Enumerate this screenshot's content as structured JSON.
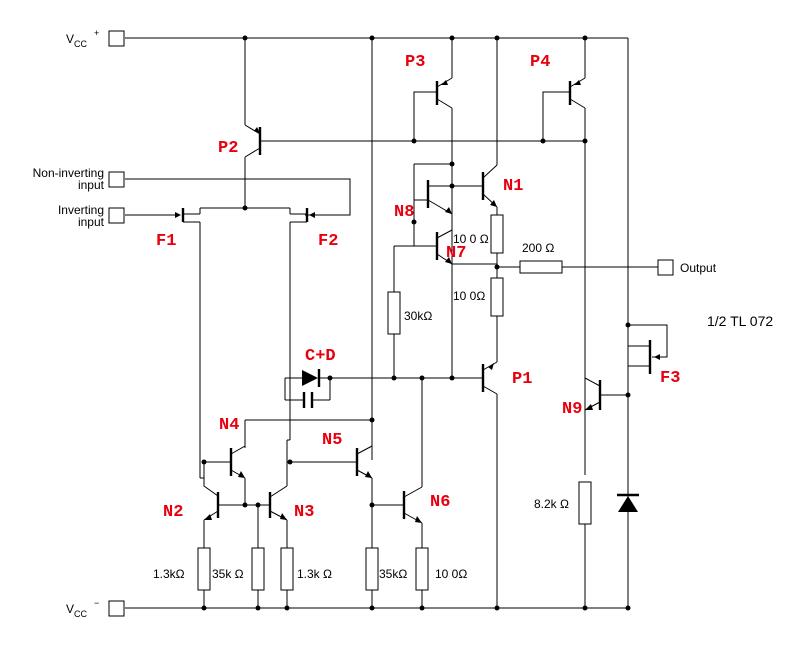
{
  "title": "1/2 TL 072",
  "accent_color": "#e8000f",
  "supply": {
    "vcc_plus": {
      "main": "V",
      "sub": "CC",
      "sup": "+"
    },
    "vcc_minus": {
      "main": "V",
      "sub": "CC",
      "sup": "−"
    }
  },
  "pins": {
    "non_inverting": [
      "Non-inverting",
      "input"
    ],
    "inverting": [
      "Inverting",
      "input"
    ],
    "output": "Output"
  },
  "transistors": {
    "p1": "P1",
    "p2": "P2",
    "p3": "P3",
    "p4": "P4",
    "n1": "N1",
    "n2": "N2",
    "n3": "N3",
    "n4": "N4",
    "n5": "N5",
    "n6": "N6",
    "n7": "N7",
    "n8": "N8",
    "n9": "N9",
    "f1": "F1",
    "f2": "F2",
    "f3": "F3",
    "cd": "C+D"
  },
  "resistors": {
    "r_n1": "10 0 Ω",
    "r_out": "200 Ω",
    "r_p1": "10 0Ω",
    "r_30k": "30kΩ",
    "r_n2": "1.3kΩ",
    "r_35k_a": "35k Ω",
    "r_n3": "1.3k Ω",
    "r_35k_b": "35kΩ",
    "r_n6": "10 0Ω",
    "r_n9": "8.2k Ω"
  }
}
